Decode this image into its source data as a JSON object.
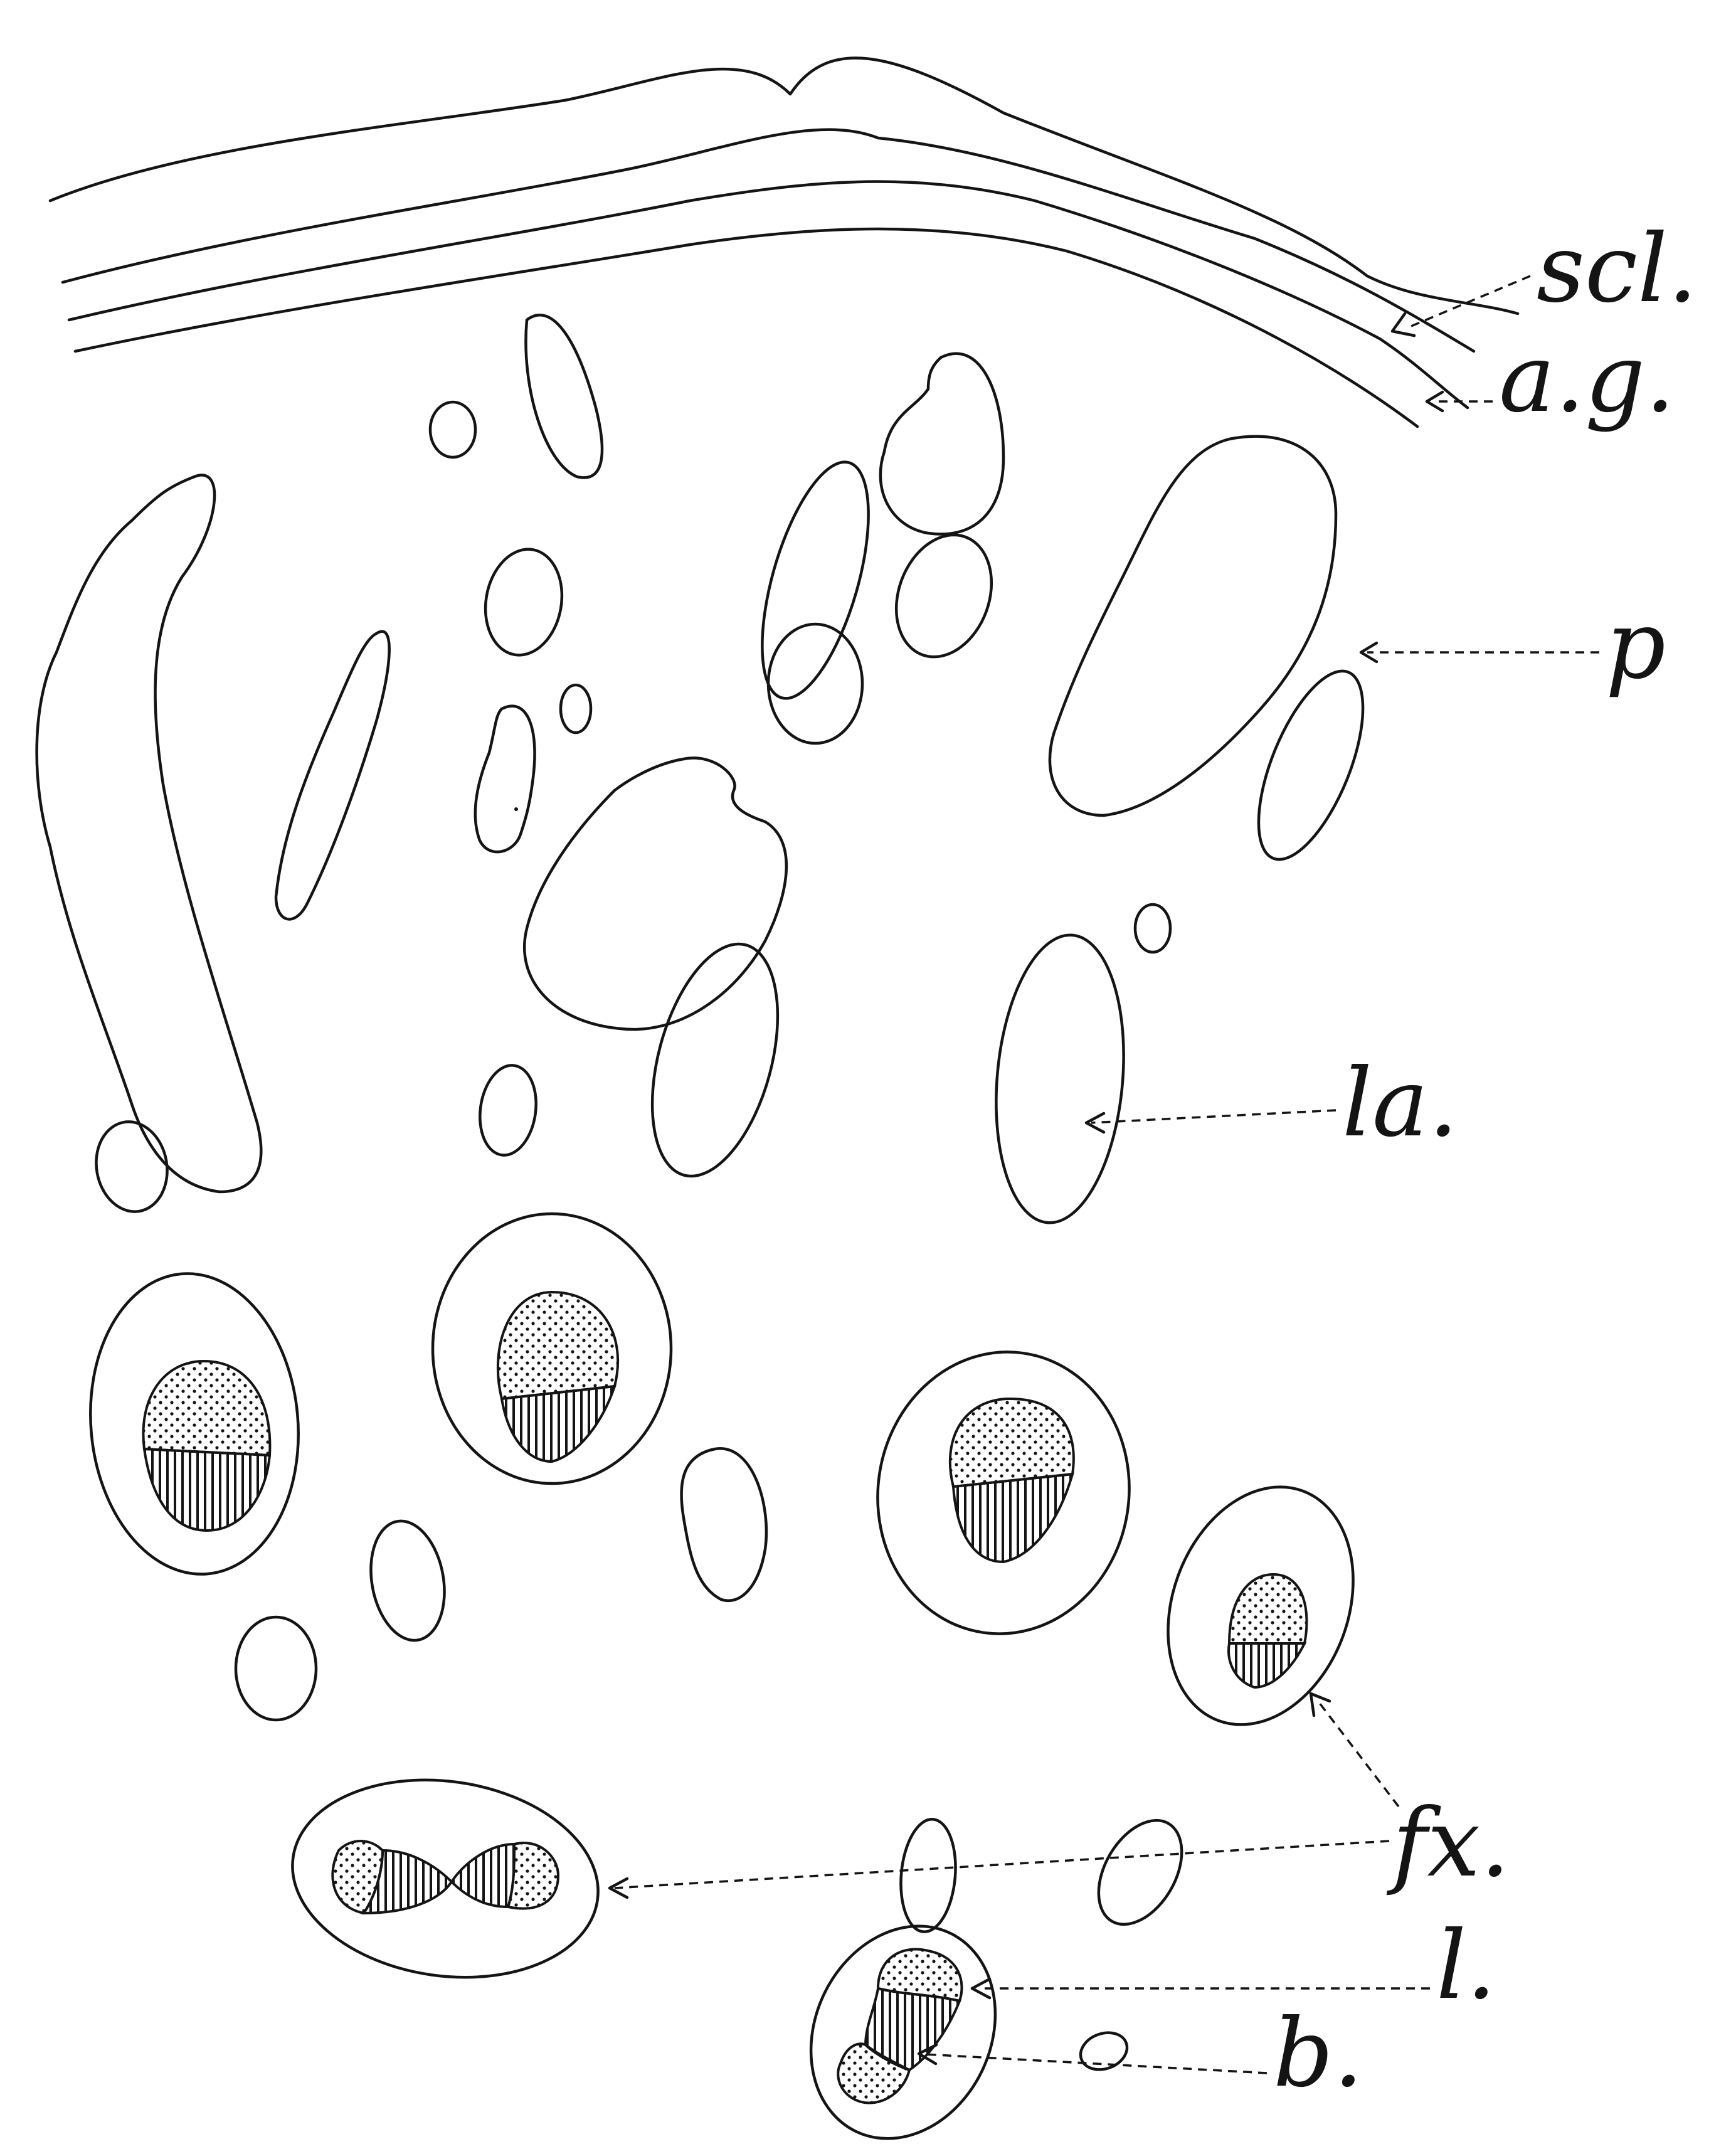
{
  "labels": {
    "sclera": "scl.",
    "amphigen": "a.g.",
    "p": "p",
    "la": "la.",
    "fx": "fx.",
    "l": "l.",
    "b": "b."
  },
  "colors": {
    "ink": "#141414",
    "paper": "#ffffff"
  }
}
